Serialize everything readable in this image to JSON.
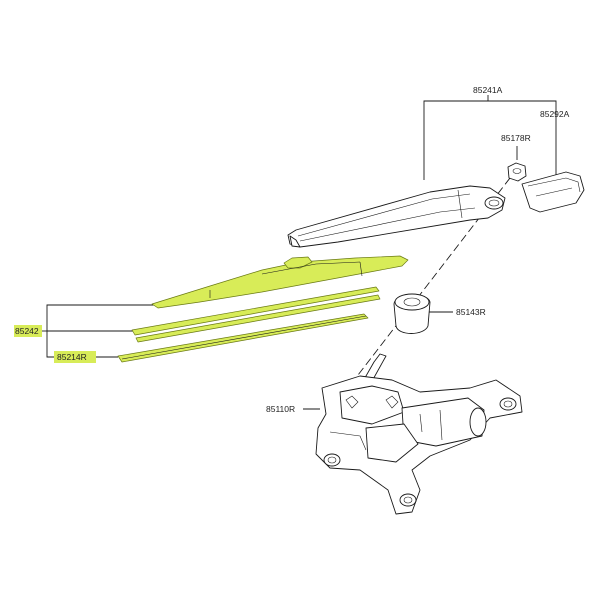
{
  "highlight_color": "#d8ec58",
  "line_color": "#1a1a1a",
  "parts": {
    "wiper_arm_assy": "85241A",
    "arm_head_cap": "85292A",
    "nut": "85178R",
    "pivot_cap": "85143R",
    "blade_assy": "85242",
    "blade_rubber": "85214R",
    "motor_assy": "85110R"
  }
}
